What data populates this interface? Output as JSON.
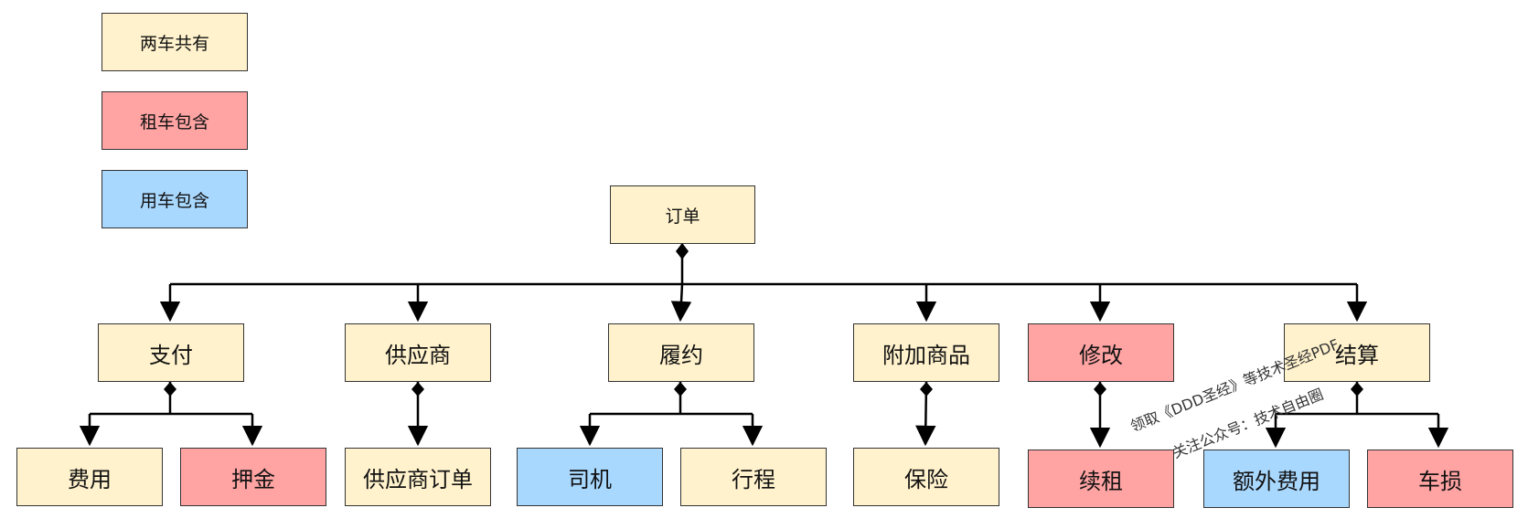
{
  "legend": {
    "shared": "两车共有",
    "rental": "租车包含",
    "usage": "用车包含"
  },
  "colors": {
    "shared": "#fff2cc",
    "rental": "#ffa3a3",
    "usage": "#a9d8ff"
  },
  "root": "订单",
  "children": {
    "payment": "支付",
    "supplier": "供应商",
    "fulfillment": "履约",
    "addon": "附加商品",
    "modify": "修改",
    "settlement": "结算"
  },
  "leaves": {
    "fee": "费用",
    "deposit": "押金",
    "supplier_order": "供应商订单",
    "driver": "司机",
    "trip": "行程",
    "insurance": "保险",
    "renewal": "续租",
    "extra_fee": "额外费用",
    "damage": "车损"
  },
  "watermark": {
    "line1": "领取《DDD圣经》等技术圣经PDF",
    "line2": "关注公众号：技术自由圈"
  }
}
